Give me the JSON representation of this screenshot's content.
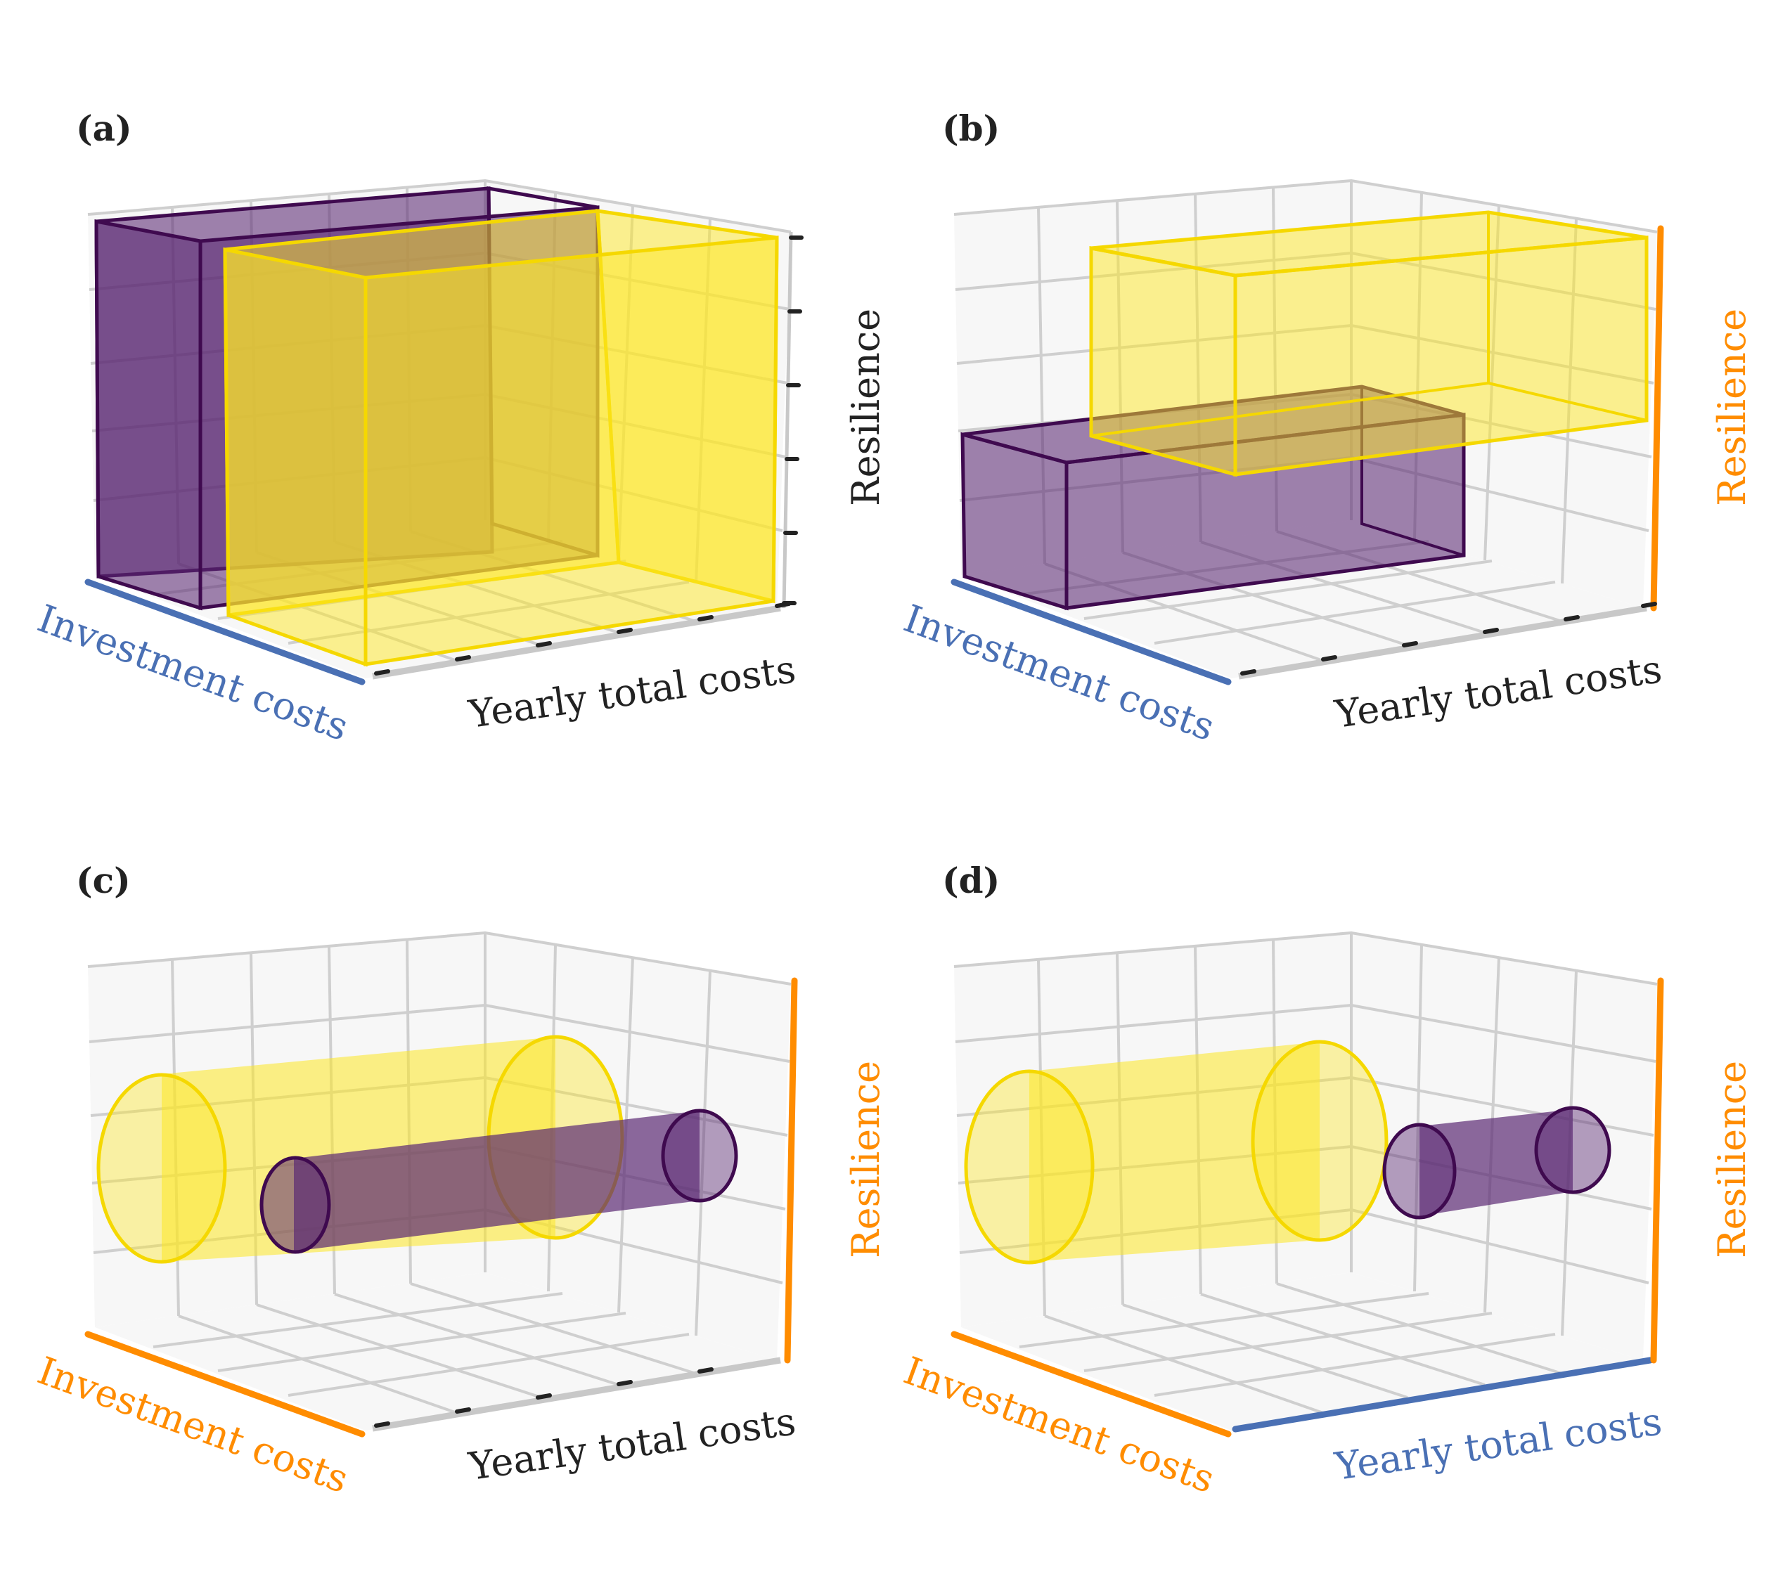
{
  "figure": {
    "colors": {
      "purple_fill": "#5b2a73",
      "purple_edge": "#3f0a4f",
      "yellow_fill": "#fde725",
      "yellow_edge": "#f5d800",
      "axis_blue": "#4a70b4",
      "axis_orange": "#ff8c00",
      "axis_default": "#222222",
      "grid": "#cfcfcf"
    },
    "panels": [
      {
        "label": "(a)",
        "x_axis": {
          "label": "Investment costs",
          "color": "#4a70b4"
        },
        "y_axis": {
          "label": "Yearly total costs",
          "color": "#222222"
        },
        "z_axis": {
          "label": "Resilience",
          "color": "#222222"
        },
        "shapes": [
          "purple-box",
          "yellow-box"
        ]
      },
      {
        "label": "(b)",
        "x_axis": {
          "label": "Investment costs",
          "color": "#4a70b4"
        },
        "y_axis": {
          "label": "Yearly total costs",
          "color": "#222222"
        },
        "z_axis": {
          "label": "Resilience",
          "color": "#ff8c00"
        },
        "shapes": [
          "purple-box",
          "yellow-box"
        ]
      },
      {
        "label": "(c)",
        "x_axis": {
          "label": "Investment costs",
          "color": "#ff8c00"
        },
        "y_axis": {
          "label": "Yearly total costs",
          "color": "#222222"
        },
        "z_axis": {
          "label": "Resilience",
          "color": "#ff8c00"
        },
        "shapes": [
          "yellow-cylinder",
          "purple-cylinder"
        ]
      },
      {
        "label": "(d)",
        "x_axis": {
          "label": "Investment costs",
          "color": "#ff8c00"
        },
        "y_axis": {
          "label": "Yearly total costs",
          "color": "#4a70b4"
        },
        "z_axis": {
          "label": "Resilience",
          "color": "#ff8c00"
        },
        "shapes": [
          "yellow-cylinder",
          "purple-cylinder"
        ]
      }
    ]
  }
}
